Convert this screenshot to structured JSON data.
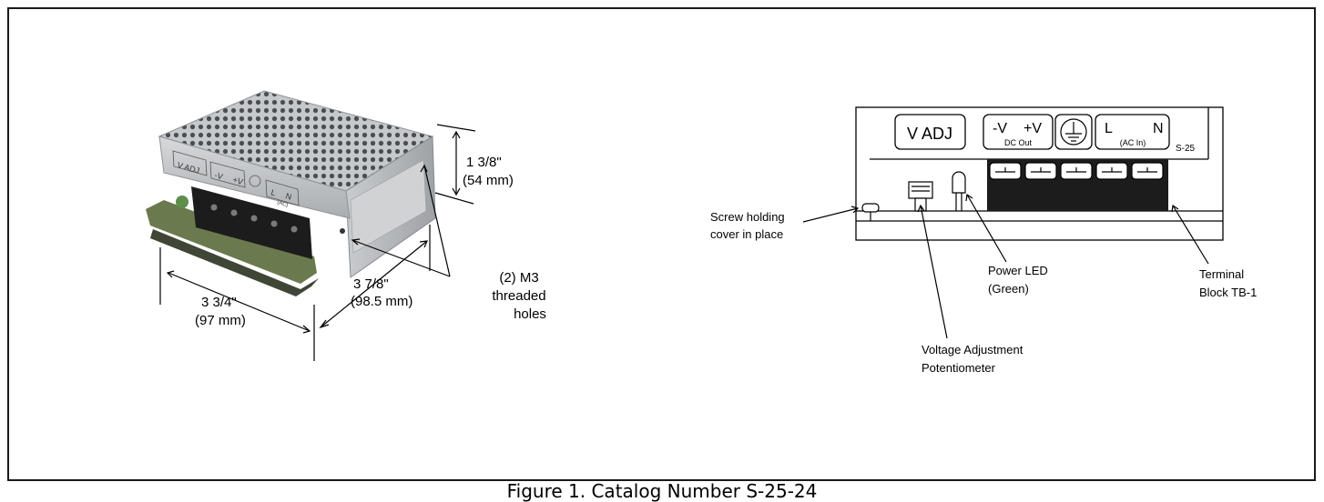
{
  "photo": {
    "height_label": "1 3/8\"",
    "height_mm": "(54 mm)",
    "depth_label": "3 7/8\"",
    "depth_mm": "(98.5 mm)",
    "width_label": "3 3/4\"",
    "width_mm": "(97 mm)",
    "holes_line1": "(2) M3",
    "holes_line2": "threaded",
    "holes_line3": "holes",
    "unit_vadj": "V ADJ",
    "unit_minus_v": "-V",
    "unit_plus_v": "+V",
    "unit_l": "L",
    "unit_n": "N",
    "unit_ac": "(AC)"
  },
  "panel": {
    "vadj": "V ADJ",
    "minus_v": "-V",
    "plus_v": "+V",
    "dc_out": "DC Out",
    "l": "L",
    "n": "N",
    "ac_in": "(AC In)",
    "model": "S-25"
  },
  "callouts": {
    "screw_line1": "Screw holding",
    "screw_line2": "cover in place",
    "led_line1": "Power LED",
    "led_line2": "(Green)",
    "pot_line1": "Voltage Adjustment",
    "pot_line2": "Potentiometer",
    "tb_line1": "Terminal",
    "tb_line2": "Block TB-1"
  },
  "caption": "Figure 1.  Catalog Number S-25-24",
  "colors": {
    "frame": "#1a1a1a",
    "metal": "#b9bcbe",
    "terminal_block": "#1c1c1c",
    "pcb": "#6b7a4e"
  }
}
